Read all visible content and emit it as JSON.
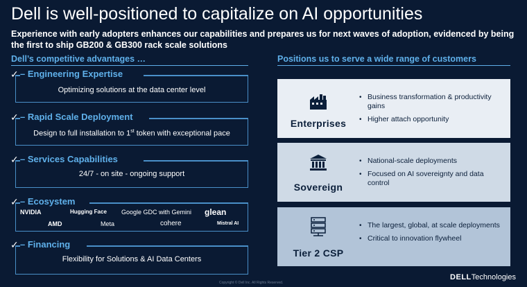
{
  "slide": {
    "title": "Dell is well-positioned to capitalize on AI opportunities",
    "subtitle": "Experience with early adopters enhances our capabilities and prepares us for next waves of adoption, evidenced by being the first to ship GB200 & GB300 rack scale solutions"
  },
  "left": {
    "heading": "Dell’s competitive advantages …",
    "items": [
      {
        "check": "✓",
        "title": "– Engineering Expertise",
        "desc": "Optimizing solutions at the data center level"
      },
      {
        "check": "✓",
        "title": "– Rapid Scale Deployment",
        "desc_pre": "Design to full installation to 1",
        "desc_sup": "st",
        "desc_post": " token with exceptional pace"
      },
      {
        "check": "✓",
        "title": "– Services Capabilities",
        "desc": "24/7 - on site - ongoing support"
      },
      {
        "check": "✓",
        "title": "– Ecosystem"
      },
      {
        "check": "✓",
        "title": "– Financing",
        "desc": "Flexibility for Solutions & AI Data Centers"
      }
    ],
    "ecosystem_logos": [
      "NVIDIA",
      "Hugging Face",
      "Google GDC with Gemini",
      "glean",
      "AMD",
      "Meta",
      "cohere",
      "Mistral AI"
    ]
  },
  "right": {
    "heading": "Positions us to serve a wide range of customers",
    "customers": [
      {
        "name": "Enterprises",
        "icon": "factory-icon",
        "bullets": [
          "Business transformation & productivity gains",
          "Higher attach opportunity"
        ]
      },
      {
        "name": "Sovereign",
        "icon": "government-building-icon",
        "bullets": [
          "National-scale deployments",
          "Focused on AI sovereignty and data control"
        ]
      },
      {
        "name": "Tier 2 CSP",
        "icon": "server-rack-icon",
        "bullets": [
          "The largest, global, at scale deployments",
          "Critical to innovation flywheel"
        ]
      }
    ]
  },
  "footer": {
    "copyright": "Copyright © Dell Inc. All Rights Reserved.",
    "brand_bold": "DELL",
    "brand_rest": "Technologies"
  },
  "colors": {
    "background": "#0a1a33",
    "accent": "#5fb0ea",
    "box_border": "#4a90c9",
    "card_1": "#e9eef4",
    "card_2": "#cfdae6",
    "card_3": "#b2c4d8",
    "card_text": "#0b1f3a"
  }
}
